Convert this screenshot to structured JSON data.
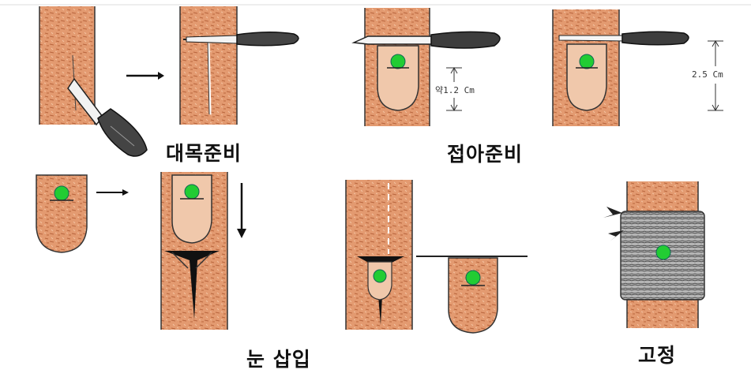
{
  "labels": {
    "rootstock_prep": "대목준비",
    "bud_prep": "접아준비",
    "bud_insert": "눈 삽입",
    "fixing": "고정"
  },
  "measurements": {
    "bud_length": "약1.2 Cm",
    "cut_length": "2.5 Cm"
  },
  "colors": {
    "bark": "#e0946a",
    "bark_dark": "#b86a42",
    "bud": "#22cc33",
    "tape": "#8a8a8a"
  }
}
